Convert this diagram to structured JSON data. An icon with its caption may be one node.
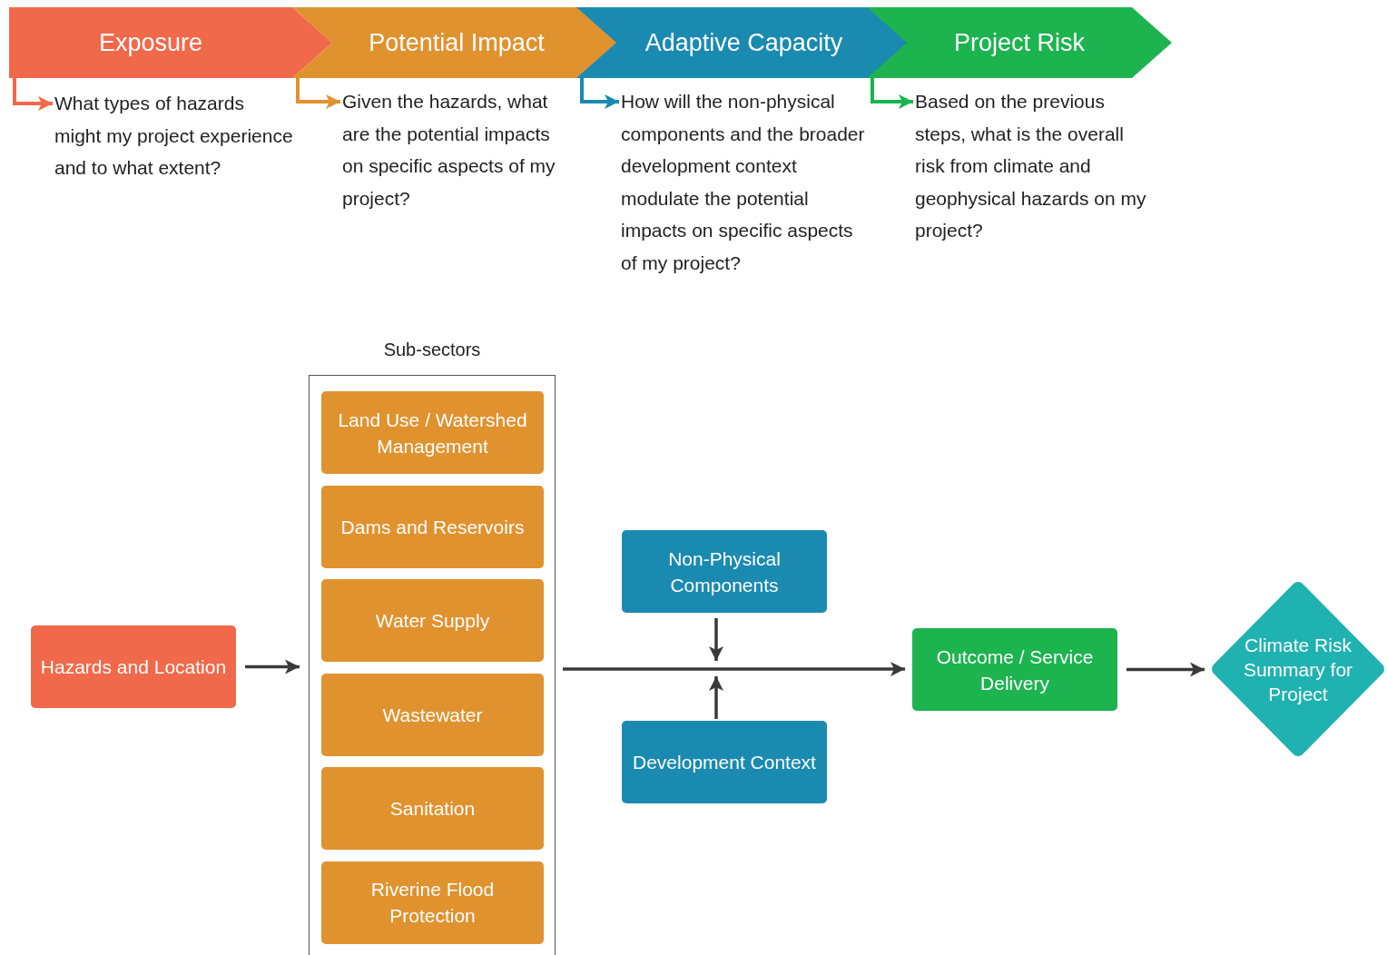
{
  "diagram": {
    "nodes": [
      {
        "text": [
          "Exposure"
        ]
      },
      {
        "text": [
          "Potential Impact"
        ]
      },
      {
        "text": [
          "Adaptive Capacity"
        ]
      },
      {
        "text": [
          "Project Risk"
        ]
      },
      {
        "text": [
          "What types of hazards might my project experience and to what extent?"
        ]
      },
      {
        "text": [
          "Given the hazards, what are the potential impacts on specific aspects of my project?"
        ]
      },
      {
        "text": [
          "How will the non-physical components and the broader development context modulate the potential impacts on specific aspects of my project?"
        ]
      },
      {
        "text": [
          "Based on the previous steps, what is the overall risk from climate and geophysical hazards on my project?"
        ]
      },
      {
        "text": [
          "Sub-sectors"
        ]
      },
      {
        "text": [
          "Land Use / Watershed Management"
        ],
        "in": 8
      },
      {
        "text": [
          "Dams and Reservoirs"
        ],
        "in": 8
      },
      {
        "text": [
          "Water Supply"
        ],
        "in": 8
      },
      {
        "text": [
          "Wastewater"
        ],
        "in": 8
      },
      {
        "text": [
          "Sanitation"
        ],
        "in": 8
      },
      {
        "text": [
          "Riverine Flood Protection"
        ],
        "in": 8
      },
      {
        "text": [
          "Hazards and Location"
        ]
      },
      {
        "text": [
          "Non-Physical Components"
        ]
      },
      {
        "text": [
          "Development Context"
        ]
      },
      {
        "text": [
          "Outcome / Service Delivery"
        ]
      },
      {
        "text": [
          "Climate Risk Summary for Project"
        ]
      }
    ],
    "edges": [
      {
        "from": 0,
        "to": 4,
        "arrow": "to",
        "color": "#f0694a"
      },
      {
        "from": 1,
        "to": 5,
        "arrow": "to",
        "color": "#e0922f"
      },
      {
        "from": 2,
        "to": 6,
        "arrow": "to",
        "color": "#1b8ab0"
      },
      {
        "from": 3,
        "to": 7,
        "arrow": "to",
        "color": "#1db34f"
      },
      {
        "from": 15,
        "to": 8,
        "arrow": "to"
      },
      {
        "from": 8,
        "to": 18,
        "arrow": "to"
      },
      {
        "from": 16,
        "to": null,
        "arrow": "to"
      },
      {
        "from": 17,
        "to": null,
        "arrow": "to"
      },
      {
        "from": 18,
        "to": 19,
        "arrow": "to"
      }
    ]
  }
}
